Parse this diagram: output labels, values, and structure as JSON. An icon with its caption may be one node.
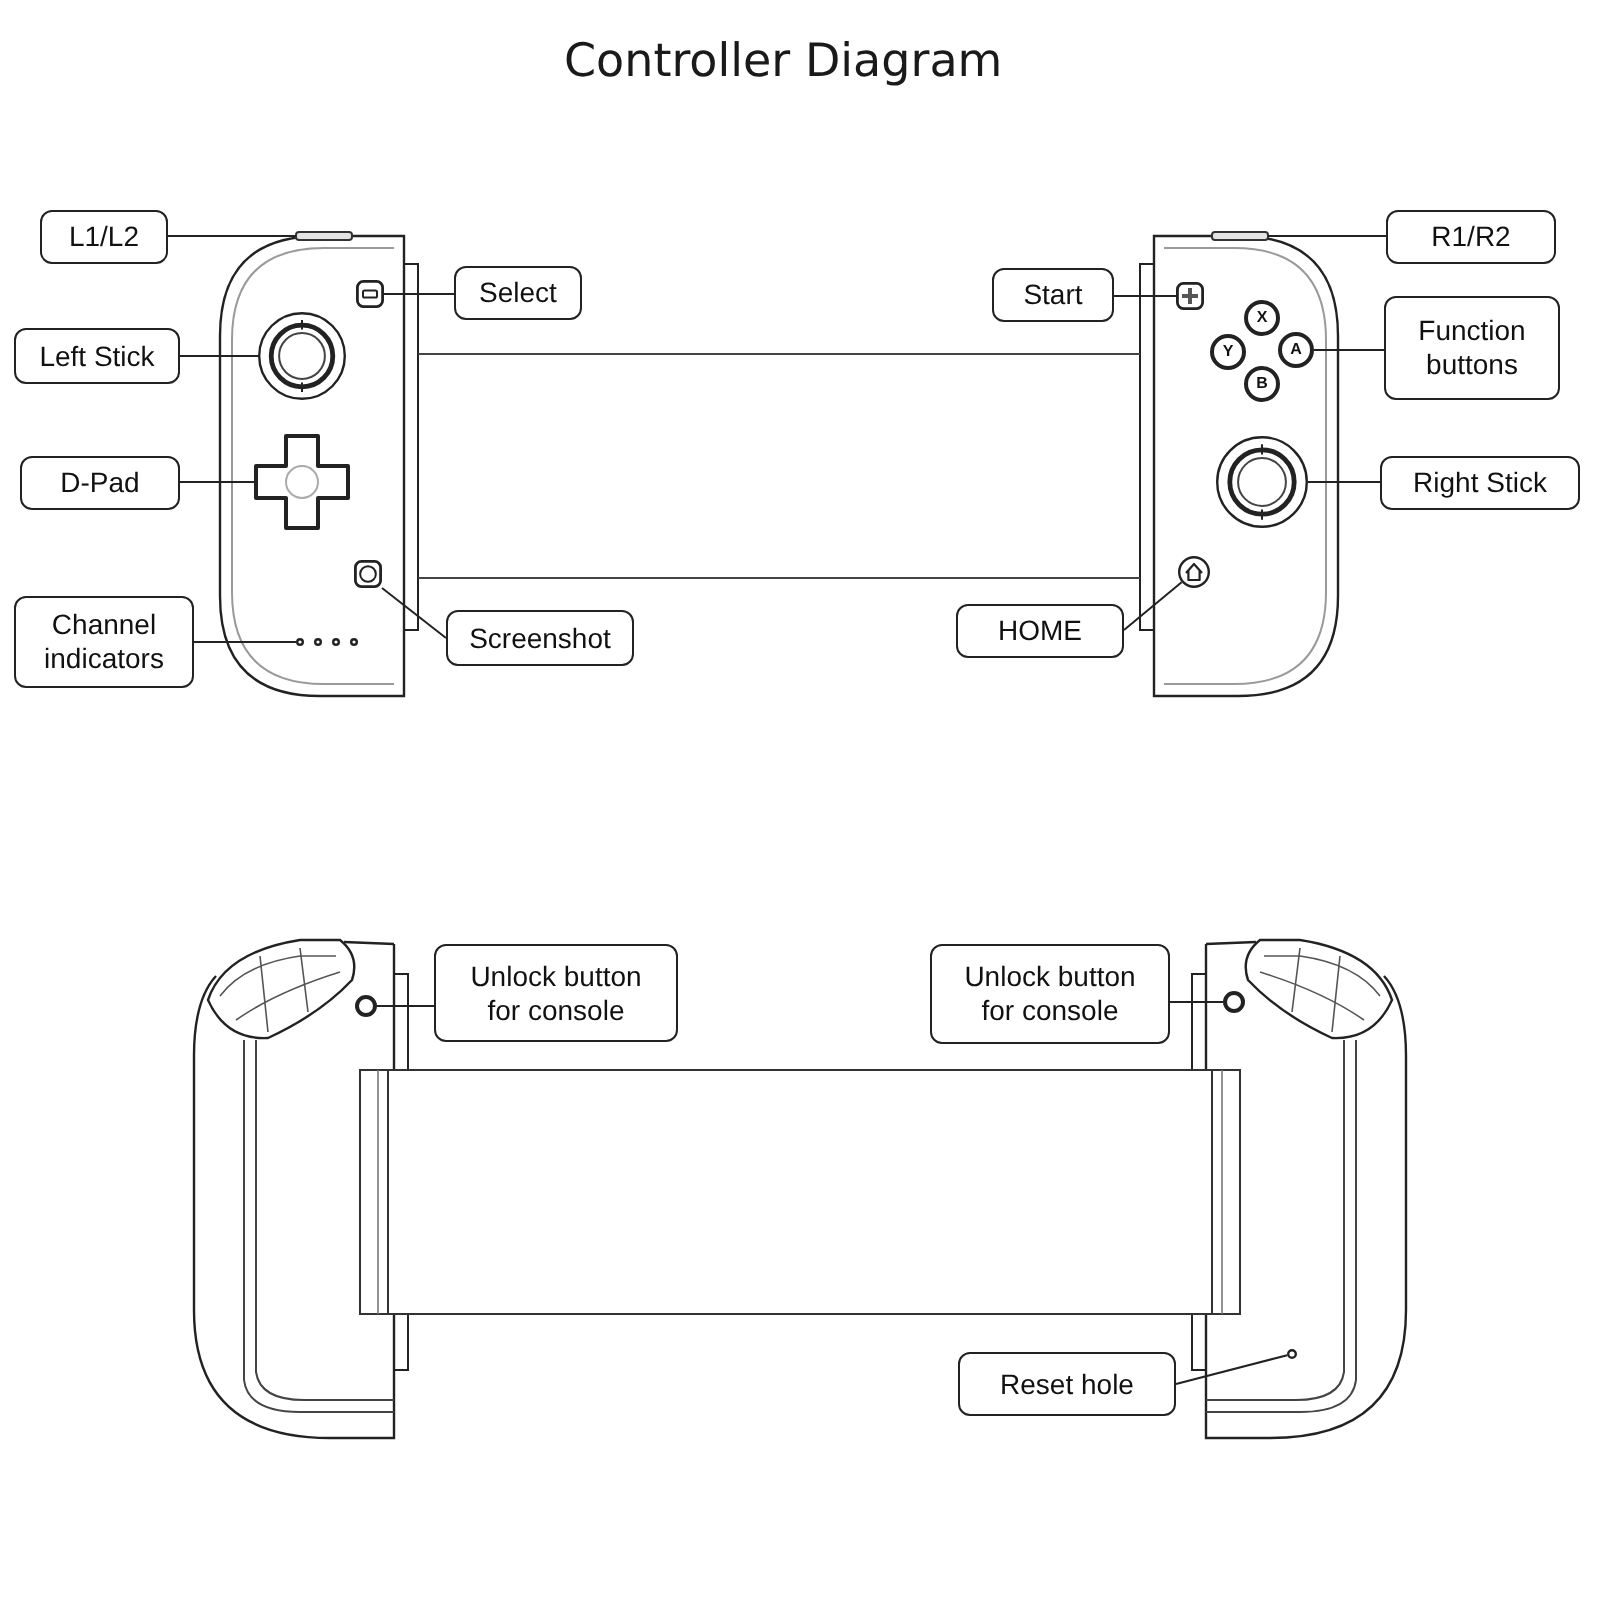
{
  "diagram": {
    "title": "Controller Diagram",
    "nodes": [
      {
        "text": [
          "L1/L2"
        ]
      },
      {
        "text": [],
        "shape": "bar"
      },
      {
        "text": [
          "R1/R2"
        ]
      },
      {
        "text": [],
        "shape": "bar"
      },
      {
        "text": [
          "Select"
        ]
      },
      {
        "text": [],
        "shape": "box"
      },
      {
        "text": [
          "Start"
        ]
      },
      {
        "text": [],
        "shape": "box"
      },
      {
        "text": [
          "Function buttons"
        ]
      },
      {
        "text": [
          "X"
        ]
      },
      {
        "text": [
          "Y"
        ]
      },
      {
        "text": [
          "A"
        ]
      },
      {
        "text": [
          "B"
        ]
      },
      {
        "text": [
          "Left Stick"
        ]
      },
      {
        "text": [],
        "shape": "circle"
      },
      {
        "text": [
          "D-Pad"
        ]
      },
      {
        "text": [],
        "shape": "cross"
      },
      {
        "text": [
          "Right Stick"
        ]
      },
      {
        "text": [],
        "shape": "circle"
      },
      {
        "text": [
          "HOME"
        ]
      },
      {
        "text": [],
        "shape": "circle"
      },
      {
        "text": [
          "Screenshot"
        ]
      },
      {
        "text": [],
        "shape": "box"
      },
      {
        "text": [
          "Channel indicators"
        ]
      },
      {
        "text": [],
        "shape": "circle"
      },
      {
        "text": [],
        "shape": "circle"
      },
      {
        "text": [],
        "shape": "circle"
      },
      {
        "text": [],
        "shape": "circle"
      },
      {
        "text": [
          "Unlock button for console"
        ]
      },
      {
        "text": [],
        "shape": "circle"
      },
      {
        "text": [
          "Unlock button for console"
        ]
      },
      {
        "text": [],
        "shape": "circle"
      },
      {
        "text": [
          "Reset hole"
        ]
      },
      {
        "text": [],
        "shape": "circle"
      }
    ],
    "edges": [
      {
        "from": 0,
        "to": 1,
        "arrow": "none"
      },
      {
        "from": 2,
        "to": 3,
        "arrow": "none"
      },
      {
        "from": 4,
        "to": 5,
        "arrow": "none"
      },
      {
        "from": 6,
        "to": 7,
        "arrow": "none"
      },
      {
        "from": 8,
        "to": 11,
        "arrow": "none"
      },
      {
        "from": 13,
        "to": 14,
        "arrow": "none"
      },
      {
        "from": 15,
        "to": 16,
        "arrow": "none"
      },
      {
        "from": 17,
        "to": 18,
        "arrow": "none"
      },
      {
        "from": 19,
        "to": 20,
        "arrow": "none"
      },
      {
        "from": 21,
        "to": 22,
        "arrow": "none"
      },
      {
        "from": 23,
        "to": 24,
        "arrow": "none"
      },
      {
        "from": 28,
        "to": 29,
        "arrow": "none"
      },
      {
        "from": 30,
        "to": 31,
        "arrow": "none"
      },
      {
        "from": 32,
        "to": 33,
        "arrow": "none"
      }
    ]
  }
}
